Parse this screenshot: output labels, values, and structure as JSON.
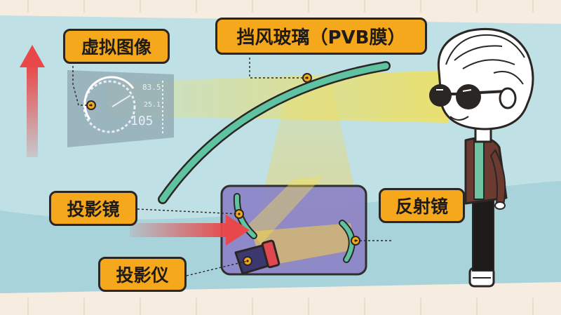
{
  "labels": {
    "virtual_image": "虚拟图像",
    "windshield": "挡风玻璃（PVB膜）",
    "projection_mirror": "投影镜",
    "reflection_mirror": "反射镜",
    "projector": "投影仪"
  },
  "hud": {
    "reading_top": "83.5",
    "reading_mid": "25.1",
    "speed": "105"
  },
  "colors": {
    "background_top": "#bfe0e4",
    "background_bottom": "#a9d3da",
    "paper": "#f6ede0",
    "label_fill": "#f5a81c",
    "outline": "#2a2623",
    "windshield": "#5fc3a2",
    "light_beam": "#f7e04a",
    "arrow_red": "#e8484a",
    "device_box": "#8d86c9",
    "jacket": "#6b3a30"
  }
}
